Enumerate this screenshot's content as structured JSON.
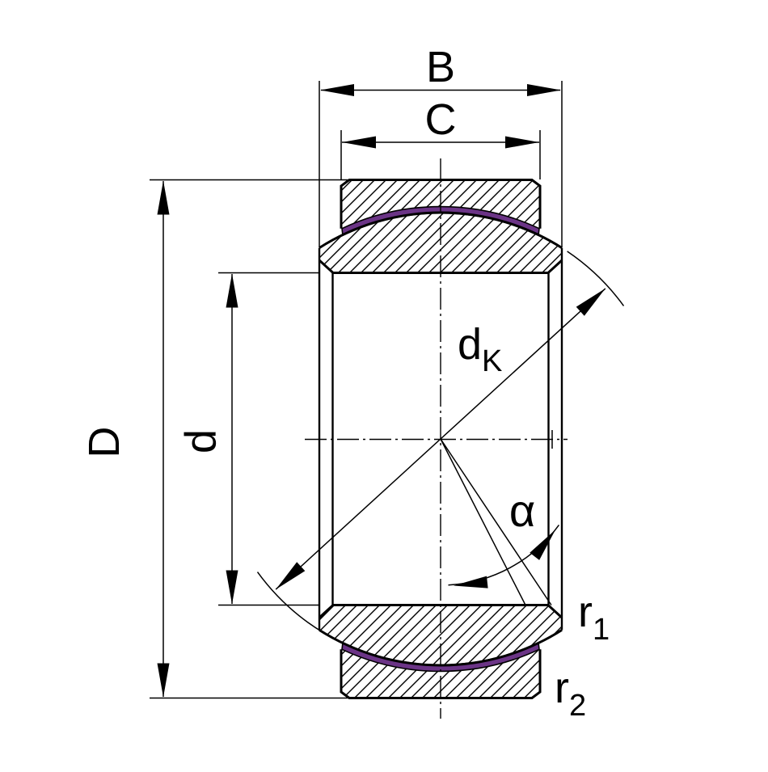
{
  "figure": {
    "kind": "technical-drawing",
    "subject": "radial spherical plain bearing cross-section",
    "labels": {
      "inner_ring_width": "B",
      "outer_ring_width": "C",
      "outside_diameter": "D",
      "bore_diameter": "d",
      "sphere_diameter_main": "d",
      "sphere_diameter_sub": "K",
      "tilt_angle": "α",
      "chamfer_r1_main": "r",
      "chamfer_r1_sub": "1",
      "chamfer_r2_main": "r",
      "chamfer_r2_sub": "2"
    },
    "colors": {
      "line": "#000000",
      "liner": "#6b3486",
      "background": "#ffffff"
    }
  }
}
